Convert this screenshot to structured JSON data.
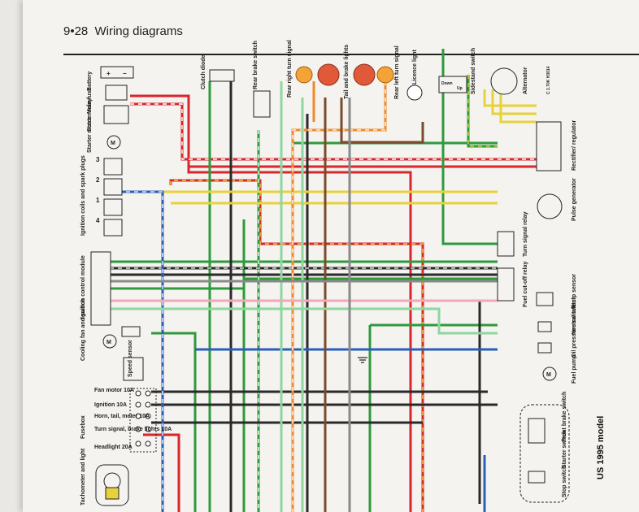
{
  "header": {
    "page_number": "9•28",
    "title": "Wiring diagrams"
  },
  "model_label": "US 1995 model",
  "fig_code": "C 1.70K H3014",
  "components": {
    "battery": "Battery",
    "main_fuse": "Main fuse",
    "starter_relay": "Starter relay",
    "starter_motor": "Starter motor",
    "ignition_coils": "Ignition coils and spark plugs",
    "icm": "Ignition control module",
    "cooling_fan": "Cooling fan and switch",
    "speed_sensor": "Speed sensor",
    "fusebox": "Fusebox",
    "tacho": "Tachometer and light",
    "clutch_diode": "Clutch diode",
    "rear_brake_switch": "Rear brake switch",
    "rear_right_turn": "Rear right turn signal",
    "tail_brake": "Tail and brake lights",
    "rear_left_turn": "Rear left turn signal",
    "licence": "Licence light",
    "sidestand": "Sidestand switch",
    "alternator": "Alternator",
    "rectifier": "Rectifier/ regulator",
    "pulse_gen": "Pulse generator",
    "turn_relay": "Turn signal relay",
    "fuel_cutoff": "Fuel cut-off relay",
    "temp_sensor": "Temp sensor",
    "neutral_switch": "Neutral switch",
    "oil_switch": "Oil pressure switch",
    "fuel_pump": "Fuel pump",
    "front_brake": "Front brake switch",
    "starter_switch": "Starter switch",
    "stop_switch": "Stop switch",
    "down": "Down",
    "up": "Up"
  },
  "fuses": [
    {
      "label": "Fan motor 10A"
    },
    {
      "label": "Ignition 10A"
    },
    {
      "label": "Horn, tail, meter 10A"
    },
    {
      "label": "Turn signal, brake lights 10A"
    },
    {
      "label": "Headlight 20A"
    }
  ],
  "coil_numbers": [
    "3",
    "2",
    "1",
    "4"
  ],
  "colors": {
    "red": "#d8262c",
    "green": "#2f9a3c",
    "yellow": "#e8d23a",
    "blue": "#2a5fb8",
    "black": "#2a2a2a",
    "brown": "#7a4b2a",
    "orange": "#ef8a2a",
    "lightgreen": "#8fd6a0",
    "pink": "#f2a8b8",
    "grey": "#8a8a8a",
    "bulb_orange": "#f4a436",
    "bulb_red": "#e05a3a"
  }
}
